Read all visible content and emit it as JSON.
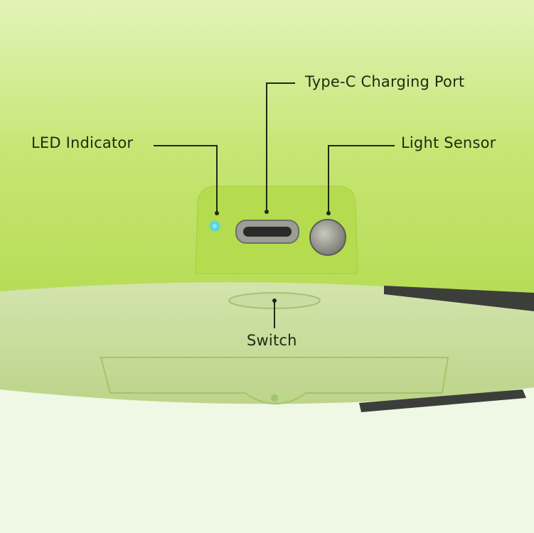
{
  "labels": {
    "led": "LED Indicator",
    "port": "Type-C Charging Port",
    "sensor": "Light Sensor",
    "switch": "Switch"
  },
  "colors": {
    "body": "#b9df5c",
    "body_light": "#d8eea6",
    "base": "#c6d99a",
    "background": "#eef8e4",
    "led": "#3fd3ff",
    "line": "#1f2a12"
  }
}
